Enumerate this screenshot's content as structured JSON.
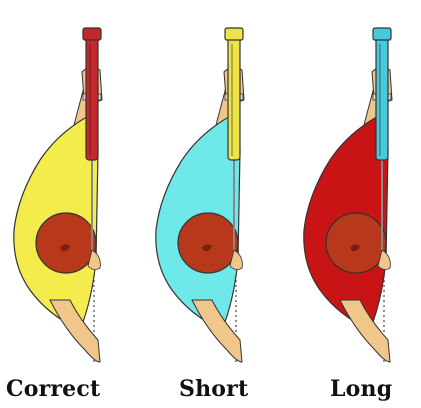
{
  "figures": [
    {
      "label": "Correct",
      "shirt_color": "#f4ec4c",
      "grip_color": "#c4282a"
    },
    {
      "label": "Short",
      "shirt_color": "#6fe8ea",
      "grip_color": "#efe34a"
    },
    {
      "label": "Long",
      "shirt_color": "#c81414",
      "grip_color": "#49c9dc"
    }
  ],
  "skin_color": "#f0c68a",
  "head_color": "#b8381c"
}
